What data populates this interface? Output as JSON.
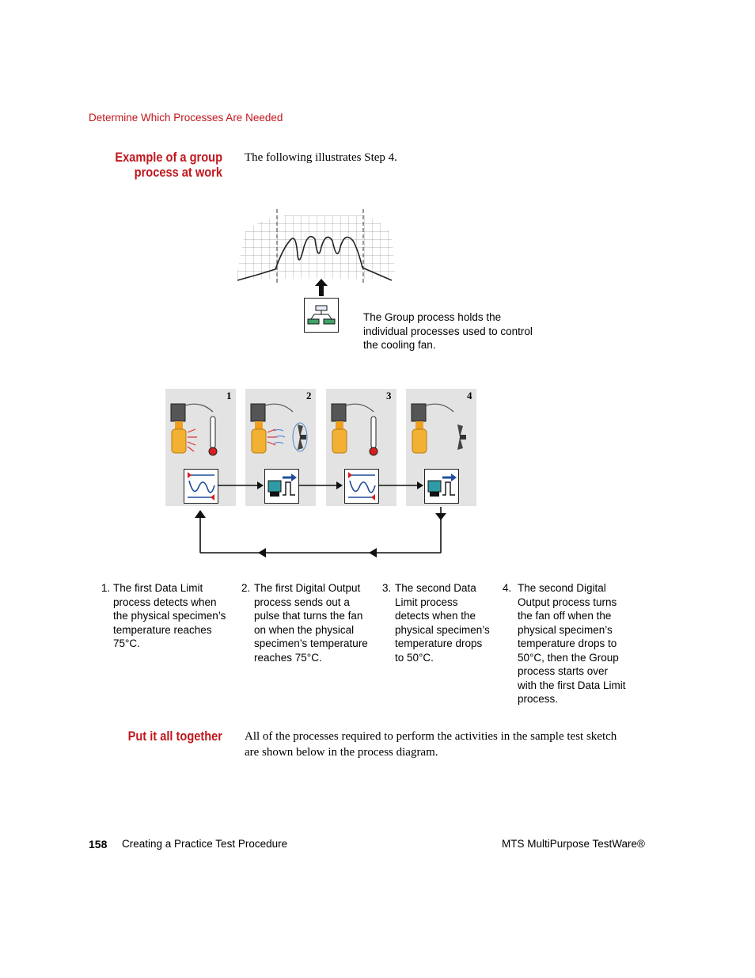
{
  "header": {
    "breadcrumb": "Determine Which Processes Are Needed"
  },
  "section1": {
    "heading_line1": "Example of a group",
    "heading_line2": "process at work",
    "intro": "The following illustrates Step 4.",
    "group_caption_line1": "The Group process holds the",
    "group_caption_line2": "individual processes used to control",
    "group_caption_line3": "the cooling fan."
  },
  "panels": [
    {
      "number": "1",
      "process": "Data Limit",
      "icon": "thermometer-icon"
    },
    {
      "number": "2",
      "process": "Digital Output",
      "icon": "fan-icon"
    },
    {
      "number": "3",
      "process": "Data Limit",
      "icon": "thermometer-icon"
    },
    {
      "number": "4",
      "process": "Digital Output",
      "icon": "fan-icon"
    }
  ],
  "steps": [
    {
      "num": "1.",
      "lines": [
        "The first Data Limit",
        "process detects when",
        "the physical specimen’s",
        "temperature reaches",
        "75°C."
      ]
    },
    {
      "num": "2.",
      "lines": [
        "The first Digital Output",
        "process sends out a",
        "pulse that turns the fan",
        "on when the physical",
        "specimen’s temperature",
        "reaches 75°C."
      ]
    },
    {
      "num": "3.",
      "lines": [
        "The second Data",
        "Limit process",
        "detects when the",
        "physical specimen’s",
        "temperature drops",
        "to 50°C."
      ]
    },
    {
      "num": "4.",
      "lines": [
        "The second Digital",
        "Output process turns",
        "the fan off when the",
        "physical specimen’s",
        "temperature drops to",
        "50°C, then the Group",
        "process starts over",
        "with the first Data Limit",
        "process."
      ]
    }
  ],
  "section2": {
    "heading": "Put it all together",
    "body_line1": "All of the processes required to perform the activities in the sample test sketch",
    "body_line2": "are shown below in the process diagram."
  },
  "footer": {
    "page_number": "158",
    "chapter": "Creating a Practice Test Procedure",
    "product": "MTS MultiPurpose TestWare®"
  },
  "colors": {
    "accent_red": "#c0171d",
    "panel_gray": "#e3e3e3",
    "icon_blue": "#1f4e9c"
  }
}
